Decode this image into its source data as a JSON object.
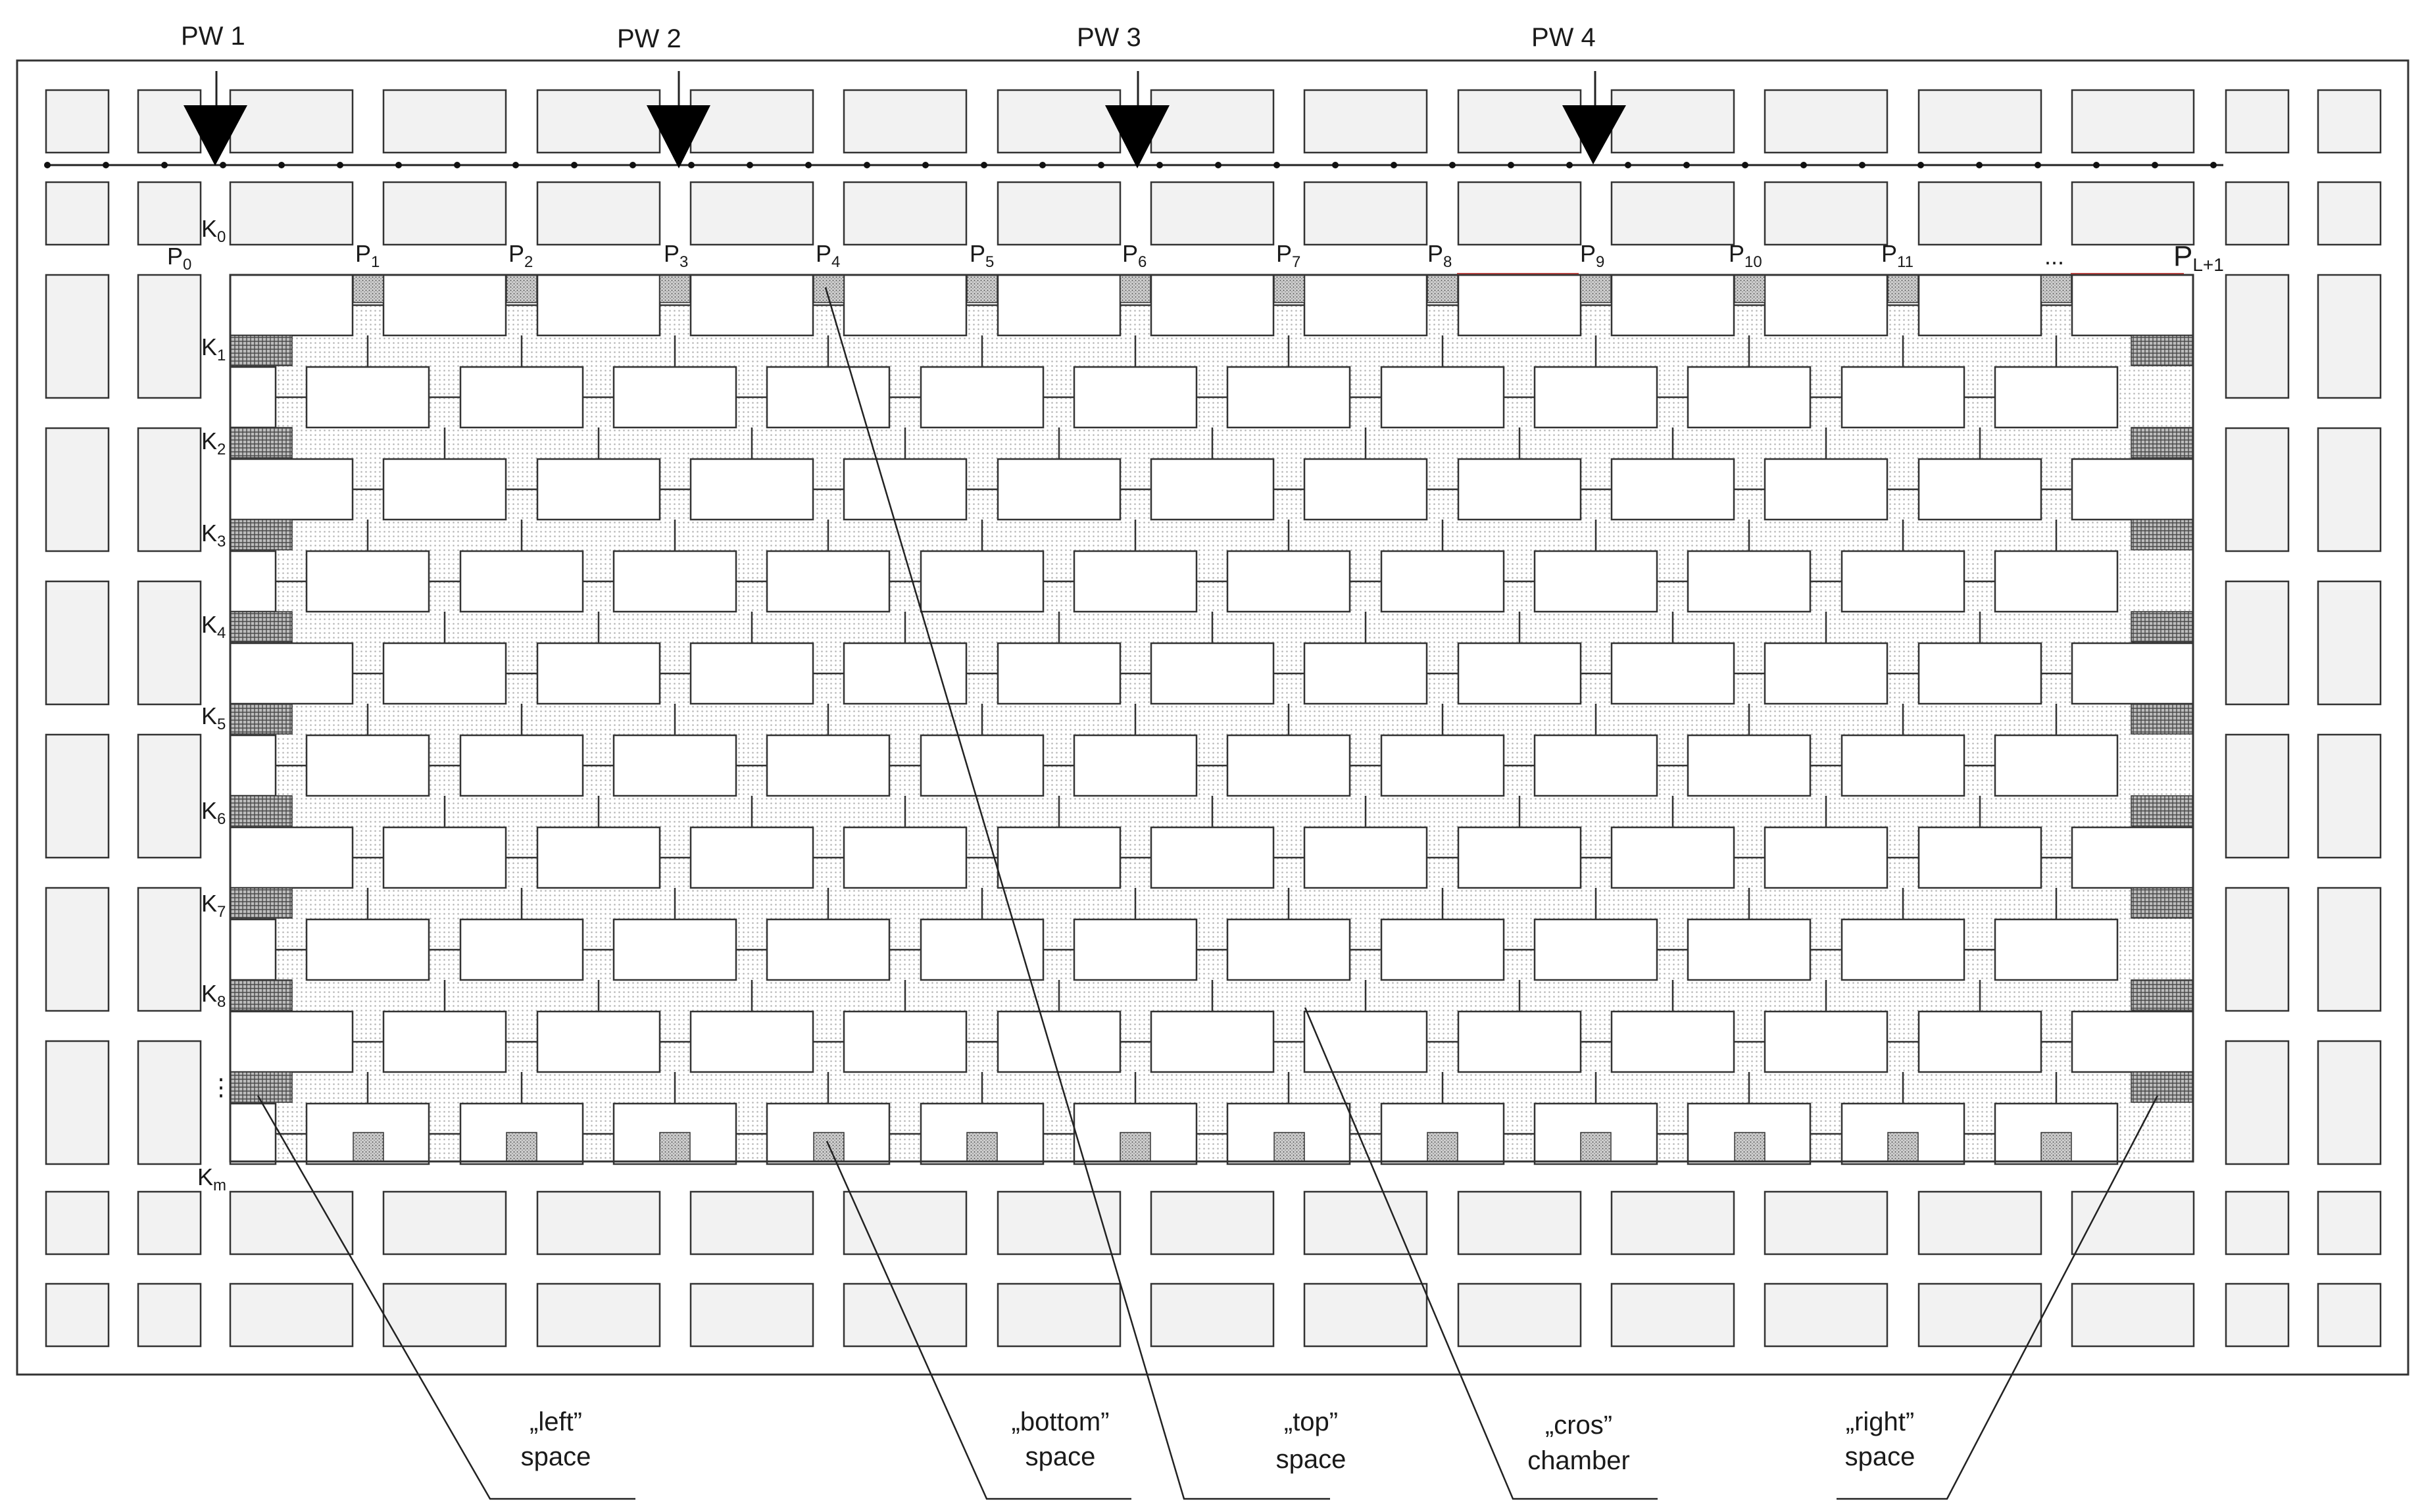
{
  "wells": [
    "PW 1",
    "PW 2",
    "PW 3",
    "PW 4"
  ],
  "column_labels": [
    {
      "base": "P",
      "sub": "0"
    },
    {
      "base": "P",
      "sub": "1"
    },
    {
      "base": "P",
      "sub": "2"
    },
    {
      "base": "P",
      "sub": "3"
    },
    {
      "base": "P",
      "sub": "4"
    },
    {
      "base": "P",
      "sub": "5"
    },
    {
      "base": "P",
      "sub": "6"
    },
    {
      "base": "P",
      "sub": "7"
    },
    {
      "base": "P",
      "sub": "8"
    },
    {
      "base": "P",
      "sub": "9"
    },
    {
      "base": "P",
      "sub": "10"
    },
    {
      "base": "P",
      "sub": "11"
    },
    {
      "base": "...",
      "sub": ""
    },
    {
      "base": "P",
      "sub": "L+1"
    }
  ],
  "row_labels": [
    {
      "base": "K",
      "sub": "0"
    },
    {
      "base": "K",
      "sub": "1"
    },
    {
      "base": "K",
      "sub": "2"
    },
    {
      "base": "K",
      "sub": "3"
    },
    {
      "base": "K",
      "sub": "4"
    },
    {
      "base": "K",
      "sub": "5"
    },
    {
      "base": "K",
      "sub": "6"
    },
    {
      "base": "K",
      "sub": "7"
    },
    {
      "base": "K",
      "sub": "8"
    },
    {
      "base": "⋮",
      "sub": ""
    },
    {
      "base": "K",
      "sub": "m"
    }
  ],
  "callouts": [
    {
      "line1": "„left”",
      "line2": "space"
    },
    {
      "line1": "„bottom”",
      "line2": "space"
    },
    {
      "line1": "„top”",
      "line2": "space"
    },
    {
      "line1": "„cros”",
      "line2": "chamber"
    },
    {
      "line1": "„right”",
      "line2": "space"
    }
  ],
  "colors": {
    "pillar_fill": "#f2f2f2",
    "stroke": "#333333",
    "background": "#ffffff",
    "chamber_dots": "#b5b5b5",
    "space_hatch": "#555555",
    "accent_line": "#b0413e"
  }
}
